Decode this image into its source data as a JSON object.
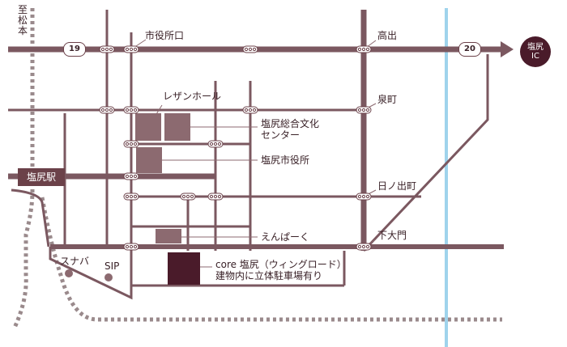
{
  "routes": {
    "route_19": "19",
    "route_20": "20",
    "ic_line1": "塩尻",
    "ic_line2": "IC",
    "to_matsumoto": [
      "至",
      "松",
      "本"
    ]
  },
  "stations": {
    "shiojiri_station": "塩尻駅"
  },
  "intersections": {
    "shiyakushoguchi": "市役所口",
    "takaide": "高出",
    "izumicho": "泉町",
    "hinodecho": "日ノ出町",
    "shimodaimon": "下大門"
  },
  "landmarks": {
    "lezan_hall": "レザンホール",
    "bunka_center_line1": "塩尻総合文化",
    "bunka_center_line2": "センター",
    "city_hall": "塩尻市役所",
    "enpark": "えんぱーく",
    "core_line1": "core 塩尻（ウィングロード）",
    "core_line2": "建物内に立体駐車場有り",
    "sunaba": "スナバ",
    "sip": "SIP"
  },
  "colors": {
    "road_main": "#7b5860",
    "road_minor": "#8a6a70",
    "building": "#8c6a70",
    "core_building": "#4a1b2a",
    "railway": "#9a8a8c",
    "river": "#9fd3ec"
  }
}
